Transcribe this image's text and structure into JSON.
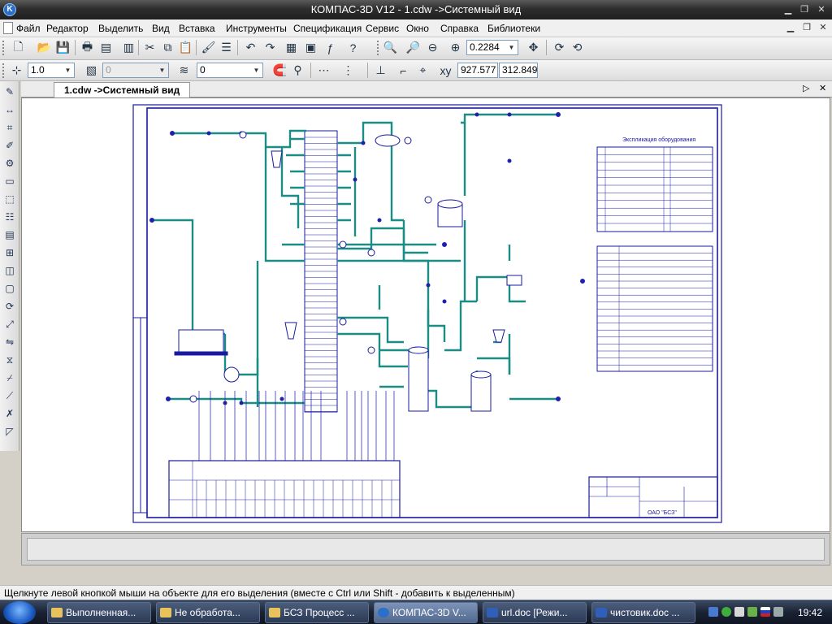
{
  "window": {
    "title": "КОМПАС-3D V12 - 1.cdw ->Системный вид"
  },
  "menu": [
    "Файл",
    "Редактор",
    "Выделить",
    "Вид",
    "Вставка",
    "Инструменты",
    "Спецификация",
    "Сервис",
    "Окно",
    "Справка",
    "Библиотеки"
  ],
  "toolbar": {
    "zoom_value": "0.2284"
  },
  "toolbar2": {
    "line_width": "1.0",
    "step_value": "0",
    "layer_value": "0",
    "coord_x": "927.577",
    "coord_y": "312.849"
  },
  "tab": {
    "label": "1.cdw ->Системный вид"
  },
  "status": {
    "hint": "Щелкнуте левой кнопкой мыши на объекте для его выделения (вместе с Ctrl или Shift - добавить к выделенным)"
  },
  "taskbar": {
    "items": [
      {
        "label": "Выполненная..."
      },
      {
        "label": "Не обработа..."
      },
      {
        "label": "БСЗ Процесс ..."
      },
      {
        "label": "КОМПАС-3D V..."
      },
      {
        "label": "url.doc [Режи..."
      },
      {
        "label": "чистовик.doc ..."
      }
    ],
    "clock": "19:42"
  },
  "drawing": {
    "table_title": "Экспликация оборудования",
    "stamp_company": "ОАО \"БСЗ\""
  },
  "colors": {
    "frame": "#1a1aa0",
    "pipe": "#1c8c86",
    "valve": "#2020b0"
  }
}
